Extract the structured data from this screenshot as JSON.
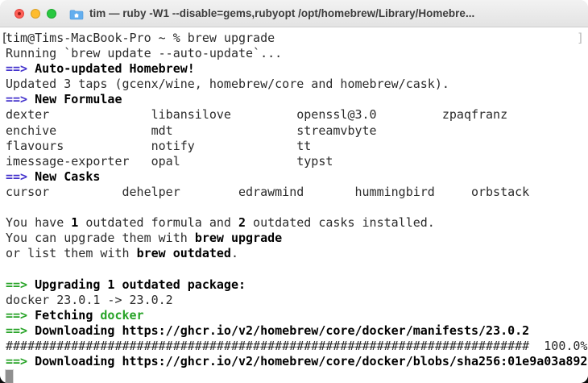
{
  "window": {
    "title": "tim — ruby -W1 --disable=gems,rubyopt /opt/homebrew/Library/Homebre...",
    "proxy_icon": "home-folder-icon",
    "traffic_lights": {
      "close": "close-button-with-edited-dot",
      "minimize": "minimize-button",
      "zoom": "zoom-button"
    }
  },
  "colors": {
    "arrow-blue": "#4433cc",
    "arrow-green": "#27a327",
    "text": "#2b2b2b",
    "text-bold": "#000000",
    "mark-gray": "#b8b8b8",
    "cursor-gray": "#909090"
  },
  "terminal": {
    "prompt": "tim@Tims-MacBook-Pro ~ %",
    "command": "brew upgrade",
    "progress_percent": "100.0%",
    "cursor_style": "block",
    "lines": [
      {
        "segments": [
          {
            "t": "[",
            "s": "ml"
          },
          {
            "t": "tim@Tims-MacBook-Pro ~ % brew upgrade",
            "s": "p"
          },
          {
            "t": "]",
            "s": "mr"
          }
        ]
      },
      {
        "segments": [
          {
            "t": "Running `brew update --auto-update`...",
            "s": "p"
          }
        ]
      },
      {
        "segments": [
          {
            "t": "==> ",
            "s": "a"
          },
          {
            "t": "Auto-updated Homebrew!",
            "s": "b"
          }
        ]
      },
      {
        "segments": [
          {
            "t": "Updated 3 taps (gcenx/wine, homebrew/core and homebrew/cask).",
            "s": "p"
          }
        ]
      },
      {
        "segments": [
          {
            "t": "==> ",
            "s": "a"
          },
          {
            "t": "New Formulae",
            "s": "b"
          }
        ]
      },
      {
        "segments": [
          {
            "t": "dexter              libansilove         openssl@3.0         zpaqfranz",
            "s": "p"
          }
        ]
      },
      {
        "segments": [
          {
            "t": "enchive             mdt                 streamvbyte",
            "s": "p"
          }
        ]
      },
      {
        "segments": [
          {
            "t": "flavours            notify              tt",
            "s": "p"
          }
        ]
      },
      {
        "segments": [
          {
            "t": "imessage-exporter   opal                typst",
            "s": "p"
          }
        ]
      },
      {
        "segments": [
          {
            "t": "==> ",
            "s": "a"
          },
          {
            "t": "New Casks",
            "s": "b"
          }
        ]
      },
      {
        "segments": [
          {
            "t": "cursor          dehelper        edrawmind       hummingbird     orbstack",
            "s": "p"
          }
        ]
      },
      {
        "segments": []
      },
      {
        "segments": [
          {
            "t": "You have ",
            "s": "p"
          },
          {
            "t": "1",
            "s": "b"
          },
          {
            "t": " outdated formula and ",
            "s": "p"
          },
          {
            "t": "2",
            "s": "b"
          },
          {
            "t": " outdated casks installed.",
            "s": "p"
          }
        ]
      },
      {
        "segments": [
          {
            "t": "You can upgrade them with ",
            "s": "p"
          },
          {
            "t": "brew upgrade",
            "s": "b"
          }
        ]
      },
      {
        "segments": [
          {
            "t": "or list them with ",
            "s": "p"
          },
          {
            "t": "brew outdated",
            "s": "b"
          },
          {
            "t": ".",
            "s": "p"
          }
        ]
      },
      {
        "segments": []
      },
      {
        "segments": [
          {
            "t": "==> ",
            "s": "g"
          },
          {
            "t": "Upgrading 1 outdated package:",
            "s": "b"
          }
        ]
      },
      {
        "segments": [
          {
            "t": "docker 23.0.1 -> 23.0.2",
            "s": "p"
          }
        ]
      },
      {
        "segments": [
          {
            "t": "==> ",
            "s": "g"
          },
          {
            "t": "Fetching ",
            "s": "b"
          },
          {
            "t": "docker",
            "s": "g"
          }
        ]
      },
      {
        "segments": [
          {
            "t": "==> ",
            "s": "g"
          },
          {
            "t": "Downloading https://ghcr.io/v2/homebrew/core/docker/manifests/23.0.2",
            "s": "b"
          }
        ]
      },
      {
        "segments": [
          {
            "t": "########################################################################  100.0%",
            "s": "p"
          }
        ]
      },
      {
        "segments": [
          {
            "t": "==> ",
            "s": "g"
          },
          {
            "t": "Downloading https://ghcr.io/v2/homebrew/core/docker/blobs/sha256:01e9a03a892",
            "s": "b"
          }
        ]
      },
      {
        "segments": [
          {
            "t": "",
            "s": "cur"
          }
        ]
      }
    ]
  }
}
